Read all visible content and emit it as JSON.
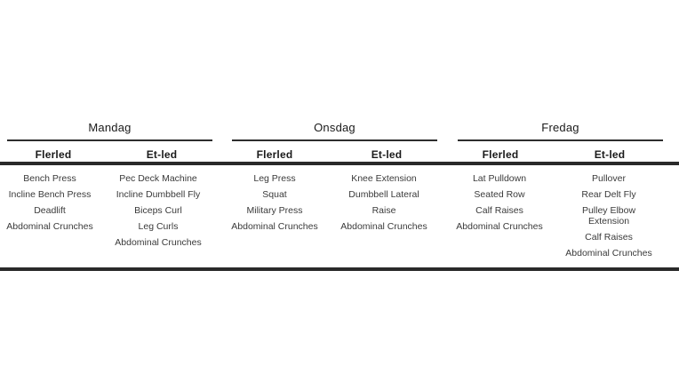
{
  "days": [
    {
      "name": "Mandag",
      "columns": [
        {
          "header": "Flerled",
          "items": [
            "Bench Press",
            "Incline Bench Press",
            "Deadlift",
            "Abdominal Crunches"
          ]
        },
        {
          "header": "Et-led",
          "items": [
            "Pec Deck Machine",
            "Incline Dumbbell Fly",
            "Biceps Curl",
            "Leg Curls",
            "Abdominal Crunches"
          ]
        }
      ]
    },
    {
      "name": "Onsdag",
      "columns": [
        {
          "header": "Flerled",
          "items": [
            "Leg Press",
            "Squat",
            "Military Press",
            "Abdominal Crunches"
          ]
        },
        {
          "header": "Et-led",
          "items": [
            "Knee Extension",
            "Dumbbell Lateral",
            "Raise",
            "Abdominal Crunches"
          ]
        }
      ]
    },
    {
      "name": "Fredag",
      "columns": [
        {
          "header": "Flerled",
          "items": [
            "Lat Pulldown",
            "Seated Row",
            "Calf Raises",
            "Abdominal Crunches"
          ]
        },
        {
          "header": "Et-led",
          "items": [
            "Pullover",
            "Rear Delt Fly",
            "Pulley Elbow Extension",
            "Calf Raises",
            "Abdominal Crunches"
          ]
        }
      ]
    }
  ]
}
